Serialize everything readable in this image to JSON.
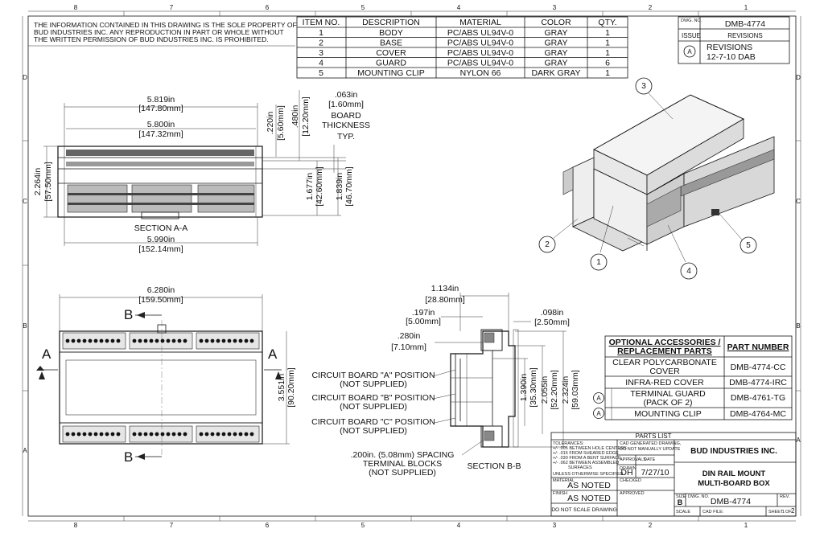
{
  "border": {
    "cols_top": [
      "8",
      "7",
      "6",
      "5",
      "4",
      "3",
      "2",
      "1"
    ],
    "cols_bottom": [
      "8",
      "7",
      "6",
      "5",
      "4",
      "3",
      "2",
      "1"
    ],
    "rows": [
      "D",
      "C",
      "B",
      "A"
    ]
  },
  "notice": [
    "THE INFORMATION CONTAINED IN THIS DRAWING IS THE SOLE PROPERTY OF",
    "BUD INDUSTRIES INC. ANY REPRODUCTION IN PART OR WHOLE WITHOUT",
    "THE WRITTEN PERMISSION OF BUD  INDUSTRIES INC. IS PROHIBITED."
  ],
  "bom": {
    "headers": [
      "ITEM NO.",
      "DESCRIPTION",
      "MATERIAL",
      "COLOR",
      "QTY."
    ],
    "rows": [
      [
        "1",
        "BODY",
        "PC/ABS UL94V-0",
        "GRAY",
        "1"
      ],
      [
        "2",
        "BASE",
        "PC/ABS UL94V-0",
        "GRAY",
        "1"
      ],
      [
        "3",
        "COVER",
        "PC/ABS UL94V-0",
        "GRAY",
        "1"
      ],
      [
        "4",
        "GUARD",
        "PC/ABS UL94V-0",
        "GRAY",
        "6"
      ],
      [
        "5",
        "MOUNTING CLIP",
        "NYLON 66",
        "DARK GRAY",
        "1"
      ]
    ]
  },
  "revisions": {
    "dwg_no_label": "DWG. NO.",
    "dwg_no": "DMB-4774",
    "issue_label": "ISSUE",
    "revisions_label": "REVISIONS",
    "issue": "A",
    "line1": "REVISIONS",
    "line2": "12-7-10 DAB"
  },
  "section_aa": {
    "dim_overall": [
      "5.819in",
      "[147.80mm]"
    ],
    "dim_inner": [
      "5.800in",
      "[147.32mm]"
    ],
    "dim_bottom": [
      "5.990in",
      "[152.14mm]"
    ],
    "dim_height": [
      "2.264in",
      "[57.50mm]"
    ],
    "dim_220": [
      ".220in",
      "[5.60mm]"
    ],
    "dim_480": [
      ".480in",
      "[12.20mm]"
    ],
    "dim_063": [
      ".063in",
      "[1.60mm]"
    ],
    "board_note": [
      "BOARD",
      "THICKNESS",
      "TYP."
    ],
    "dim_1677": [
      "1.677in",
      "[42.60mm]"
    ],
    "dim_1839": [
      "1.839in",
      "[46.70mm]"
    ],
    "label": "SECTION A-A"
  },
  "top_view": {
    "dim_width": [
      "6.280in",
      "[159.50mm]"
    ],
    "dim_height": [
      "3.551in",
      "[90.20mm]"
    ],
    "marker_a": "A",
    "marker_b": "B"
  },
  "section_bb": {
    "dim_1134": [
      "1.134in",
      "[28.80mm]"
    ],
    "dim_197": [
      ".197in",
      "[5.00mm]"
    ],
    "dim_280": [
      ".280in",
      "[7.10mm]"
    ],
    "dim_098": [
      ".098in",
      "[2.50mm]"
    ],
    "dim_1390": [
      "1.390in",
      "[35.30mm]"
    ],
    "dim_2055": [
      "2.055in",
      "[52.20mm]"
    ],
    "dim_2324": [
      "2.324in",
      "[59.03mm]"
    ],
    "callout_a": [
      "CIRCUIT BOARD \"A\" POSITION",
      "(NOT SUPPLIED)"
    ],
    "callout_b": [
      "CIRCUIT BOARD \"B\" POSITION",
      "(NOT SUPPLIED)"
    ],
    "callout_c": [
      "CIRCUIT BOARD \"C\" POSITION",
      "(NOT SUPPLIED)"
    ],
    "spacing": [
      ".200in. (5.08mm) SPACING",
      "TERMINAL BLOCKS",
      "(NOT SUPPLIED)"
    ],
    "label": "SECTION B-B"
  },
  "iso_balloons": [
    "1",
    "2",
    "3",
    "4",
    "5"
  ],
  "accessories": {
    "header_left": [
      "OPTIONAL ACCESSORIES /",
      "REPLACEMENT PARTS"
    ],
    "header_right": "PART NUMBER",
    "rows": [
      {
        "rev": "",
        "name": [
          "CLEAR POLYCARBONATE",
          "COVER"
        ],
        "part": "DMB-4774-CC"
      },
      {
        "rev": "",
        "name": [
          "INFRA-RED COVER"
        ],
        "part": "DMB-4774-IRC"
      },
      {
        "rev": "A",
        "name": [
          "TERMINAL GUARD",
          "(PACK OF 2)"
        ],
        "part": "DMB-4761-TG"
      },
      {
        "rev": "A",
        "name": [
          "MOUNTING CLIP"
        ],
        "part": "DMB-4764-MC"
      }
    ]
  },
  "title_block": {
    "parts_list": "PARTS  LIST",
    "tolerances": [
      "TOLERANCES:",
      "+/- .005 BETWEEN HOLE CENTERS",
      "+/- .015 FROM SHEARED EDGE",
      "+/- .030 FROM A BENT SURFACE",
      "+/- .062 BETWEEN ASSEMBLED",
      "SURFACES",
      "UNLESS OTHERWISE SPECIFIED"
    ],
    "cad_note": [
      "CAD GENERATED DRAWING,",
      "DO  NOT MANUALLY UPDATE"
    ],
    "approvals": "APPROVALS",
    "date_label": "DATE",
    "drawn_label": "DRAWN",
    "drawn": "DH",
    "date": "7/27/10",
    "material_label": "MATERIAL",
    "material": "AS NOTED",
    "checked_label": "CHECKED",
    "finish_label": "FINISH",
    "finish": "AS NOTED",
    "approved_label": "APPROVED",
    "company": "BUD INDUSTRIES INC.",
    "title": [
      "DIN RAIL MOUNT",
      "MULTI-BOARD BOX"
    ],
    "size_label": "SIZE",
    "size": "B",
    "dwg_no_label": "DWG. NO.",
    "dwg_no": "DMB-4774",
    "rev_label": "REV.",
    "scale_label": "SCALE",
    "cad_file_label": "CAD  FILE:",
    "sheet_label": "SHEET",
    "sheet": "1",
    "of_label": "OF",
    "of": "2",
    "no_scale": "DO  NOT SCALE DRAWING"
  }
}
